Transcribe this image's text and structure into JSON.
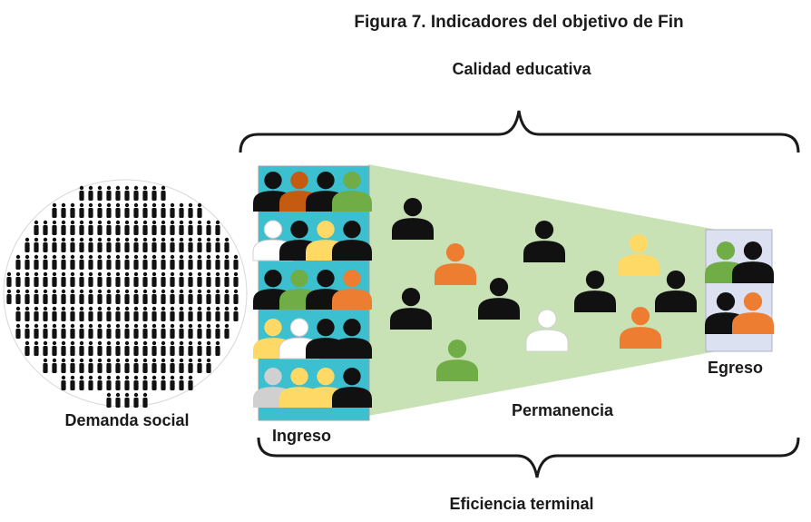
{
  "figure": {
    "title": "Figura 7. Indicadores del objetivo de Fin",
    "top_label": "Calidad educativa",
    "bottom_label": "Eficiencia terminal"
  },
  "nodes": {
    "demand": {
      "label": "Demanda social"
    },
    "ingress": {
      "label": "Ingreso",
      "bg_color": "#3cbfcf"
    },
    "permanence": {
      "label": "Permanencia",
      "bg_color": "#c8e2b6"
    },
    "egress": {
      "label": "Egreso",
      "bg_color": "#dce1f2"
    }
  },
  "colors": {
    "black": "#111111",
    "orange": "#ed7d31",
    "dark_orange": "#c55a11",
    "green": "#70ad47",
    "yellow": "#ffd966",
    "white": "#ffffff",
    "gray": "#d0d0d0"
  },
  "icons": {
    "ingress_grid": [
      [
        "black",
        "dark_orange",
        "black",
        "green"
      ],
      [
        "white",
        "black",
        "yellow",
        "black"
      ],
      [
        "black",
        "green",
        "black",
        "orange"
      ],
      [
        "yellow",
        "white",
        "black",
        "black"
      ],
      [
        "gray",
        "yellow",
        "yellow",
        "black"
      ]
    ],
    "permanence_people": [
      "black",
      "orange",
      "black",
      "black",
      "black",
      "yellow",
      "black",
      "black",
      "white",
      "green",
      "orange",
      "black"
    ],
    "egress_grid": [
      [
        "green",
        "black"
      ],
      [
        "black",
        "orange"
      ]
    ]
  }
}
